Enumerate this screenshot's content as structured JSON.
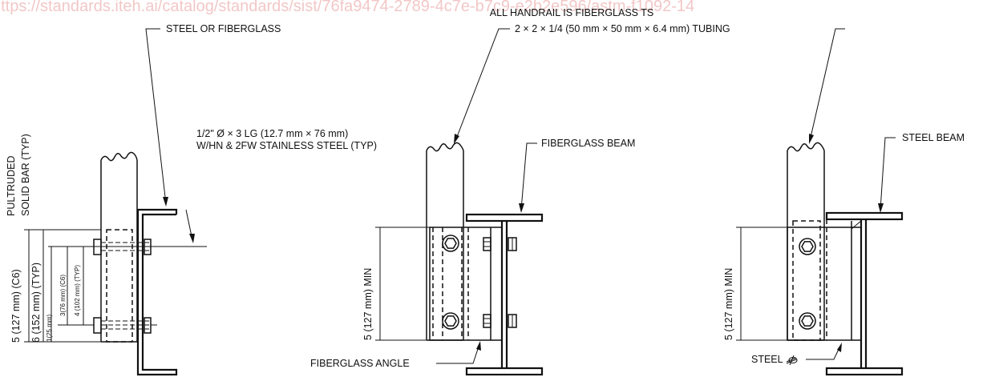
{
  "watermark": "https://standards.iteh.ai/catalog/standards/sist/76fa9474-2789-4c7e-b7c9-e2b2e596/astm-f1092-14",
  "labels": {
    "steel_or_fiberglass": "STEEL OR FIBERGLASS",
    "handrail_line1": "ALL HANDRAIL IS FIBERGLASS TS",
    "handrail_line2": "2 × 2 × 1/4 (50 mm × 50 mm × 6.4 mm) TUBING",
    "bolt_line1": "1/2\" Ø × 3 LG (12.7 mm × 76 mm)",
    "bolt_line2": "W/HN & 2FW STAINLESS STEEL (TYP)",
    "pultruded": "PULTRUDED",
    "solid_bar": "SOLID BAR (TYP)",
    "fiberglass_beam": "FIBERGLASS BEAM",
    "steel_beam": "STEEL BEAM",
    "fiberglass_angle": "FIBERGLASS ANGLE",
    "steel_plate": "STEEL"
  },
  "icons": {
    "plate_symbol": "plate-symbol-icon"
  },
  "dimensions": {
    "d1_c6": "5 (127 mm) (C6)",
    "d1_typ": "6 (152 mm) (TYP)",
    "d1_small": "1(25 mm)",
    "d1_mid1": "3(76 mm) (C6)",
    "d1_mid2": "4 (102 mm) (TYP)",
    "d2_min": "5 (127 mm) MIN",
    "d3_min": "5 (127 mm) MIN"
  }
}
